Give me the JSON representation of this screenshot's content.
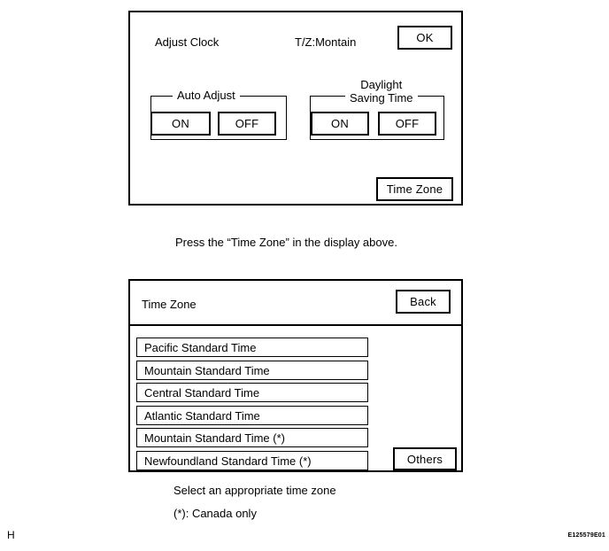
{
  "clock_screen": {
    "title": "Adjust Clock",
    "timezone_value": "T/Z:Montain",
    "ok_label": "OK",
    "auto_adjust": {
      "legend": "Auto Adjust",
      "on_label": "ON",
      "off_label": "OFF"
    },
    "daylight_saving": {
      "legend_line1": "Daylight",
      "legend_line2": "Saving Time",
      "on_label": "ON",
      "off_label": "OFF"
    },
    "time_zone_label": "Time Zone"
  },
  "instruction": "Press the “Time Zone” in the display above.",
  "timezone_screen": {
    "title": "Time Zone",
    "back_label": "Back",
    "others_label": "Others",
    "items": [
      "Pacific Standard Time",
      "Mountain Standard Time",
      "Central Standard Time",
      "Atlantic Standard Time",
      "Mountain Standard Time (*)",
      "Newfoundland Standard Time (*)"
    ]
  },
  "captions": {
    "select": "Select an appropriate time zone",
    "note": "(*): Canada only"
  },
  "markers": {
    "corner_letter": "H",
    "figure_code": "E125579E01"
  }
}
